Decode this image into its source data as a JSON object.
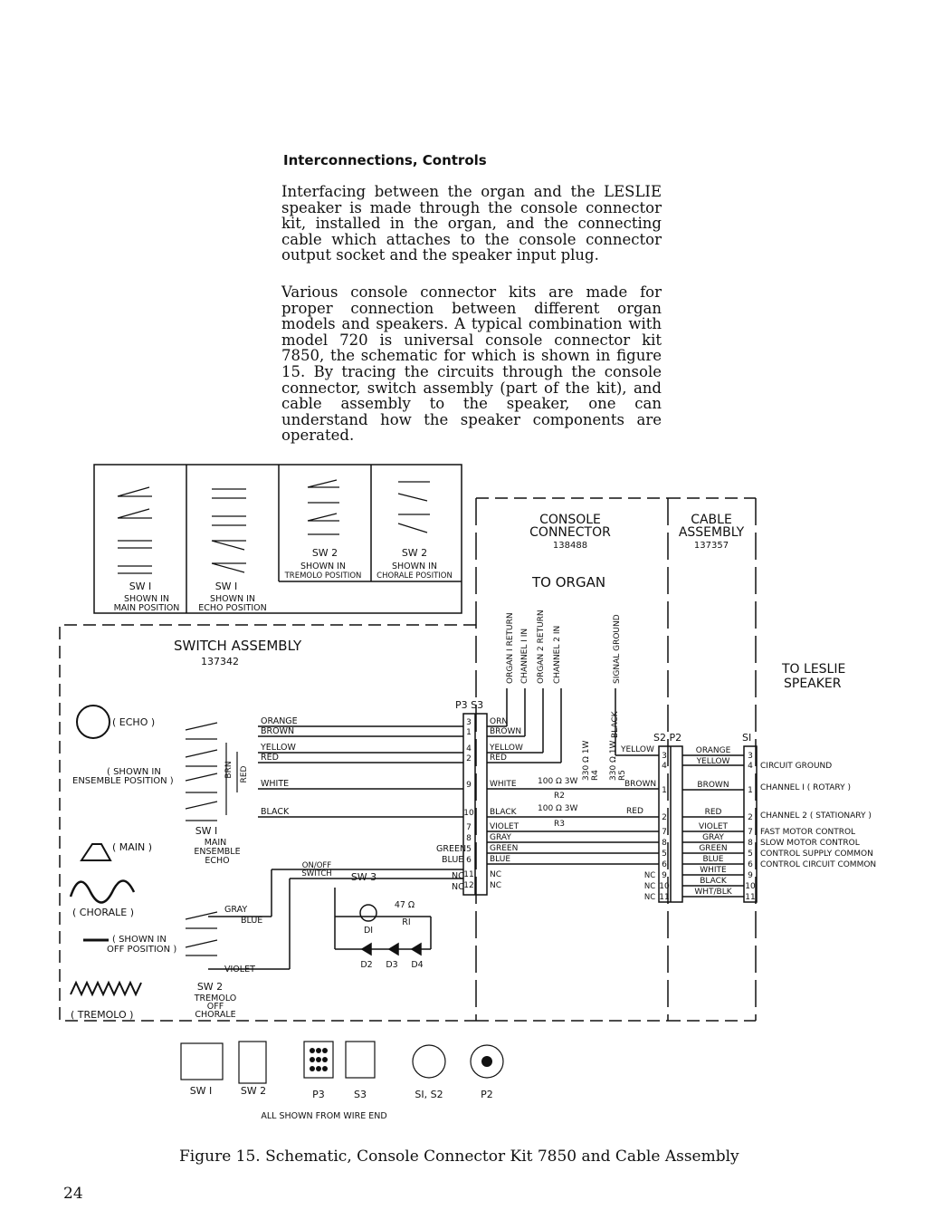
{
  "heading": "Interconnections, Controls",
  "paragraphs": [
    "Interfacing between the organ and the LESLIE speaker is made through the console connector kit, installed in the organ, and the connecting cable which attaches to the console connector output socket and the speaker input plug.",
    "Various console connector kits are made for proper connection between different organ models and speakers. A typical combination with model 720 is universal console connector kit 7850, the schematic for which is shown in figure 15. By tracing the circuits through the console connector, switch assembly (part of the kit), and cable assembly to the speaker, one can understand how the speaker components are operated."
  ],
  "schematic": {
    "sw_panels": [
      {
        "l1": "SW I",
        "l2": "SHOWN IN",
        "l3": "MAIN POSITION"
      },
      {
        "l1": "SW I",
        "l2": "SHOWN IN",
        "l3": "ECHO POSITION"
      },
      {
        "l1": "SW 2",
        "l2": "SHOWN IN",
        "l3": "TREMOLO POSITION"
      },
      {
        "l1": "SW 2",
        "l2": "SHOWN IN",
        "l3": "CHORALE POSITION"
      }
    ],
    "switch_assembly": {
      "title": "SWITCH ASSEMBLY",
      "number": "137342"
    },
    "console_connector": {
      "title1": "CONSOLE",
      "title2": "CONNECTOR",
      "number": "138488"
    },
    "cable_assembly": {
      "title1": "CABLE",
      "title2": "ASSEMBLY",
      "number": "137357"
    },
    "to_organ": "TO ORGAN",
    "to_leslie": [
      "TO LESLIE",
      "SPEAKER"
    ],
    "organ_lines": [
      "ORGAN I RETURN",
      "CHANNEL I IN",
      "ORGAN 2 RETURN",
      "CHANNEL 2 IN",
      "SIGNAL GROUND"
    ],
    "modes": {
      "echo": "( ECHO )",
      "echo_note1": "( SHOWN IN",
      "echo_note2": "ENSEMBLE POSITION )",
      "main": "( MAIN )",
      "chorale": "( CHORALE )",
      "off_note1": "( SHOWN IN",
      "off_note2": "OFF POSITION )",
      "tremolo": "( TREMOLO )"
    },
    "sw1_label": [
      "SW I",
      "MAIN",
      "ENSEMBLE",
      "ECHO"
    ],
    "sw2_label": [
      "SW 2",
      "TREMOLO",
      "OFF",
      "CHORALE"
    ],
    "onoff": [
      "ON/OFF",
      "SWITCH"
    ],
    "sw3": "SW 3",
    "brn": "BRN",
    "red_v": "RED",
    "diodes": {
      "d1": "DI",
      "d2": "D2",
      "d3": "D3",
      "d4": "D4",
      "r1": "RI",
      "r1_val": "47 Ω"
    },
    "wires_left": [
      "ORANGE",
      "BROWN",
      "YELLOW",
      "RED",
      "WHITE",
      "BLACK"
    ],
    "wires_sw2": [
      "GRAY",
      "BLUE",
      "VIOLET"
    ],
    "p3s3": "P3 S3",
    "p3_pins": [
      "3",
      "1",
      "4",
      "2",
      "9",
      "10",
      "7",
      "8",
      "5",
      "6",
      "11",
      "12"
    ],
    "s3_wires": [
      "ORN",
      "BROWN",
      "YELLOW",
      "RED",
      "WHITE",
      "BLACK",
      "VIOLET",
      "GRAY",
      "GREEN",
      "BLUE",
      "NC",
      "NC"
    ],
    "in_wires": [
      "GREEN",
      "BLUE",
      "NC",
      "NC"
    ],
    "resistors": {
      "r2": "100 Ω 3W",
      "r2n": "R2",
      "r3": "100 Ω 3W",
      "r3n": "R3",
      "r4": "330 Ω 1W",
      "r4n": "R4",
      "r5": "330 Ω 1W",
      "r5n": "R5"
    },
    "mid_wires": {
      "black": "BLACK",
      "yellow": "YELLOW",
      "brown": "BROWN",
      "red": "RED"
    },
    "s2p2": "S2 P2",
    "si": "SI",
    "p2_pins": [
      "3",
      "4",
      "1",
      "2",
      "7",
      "8",
      "5",
      "6",
      "9",
      "10",
      "11"
    ],
    "cable_wires": [
      "ORANGE",
      "YELLOW",
      "BROWN",
      "RED",
      "VIOLET",
      "GRAY",
      "GREEN",
      "BLUE",
      "WHITE",
      "BLACK",
      "WHT/BLK"
    ],
    "nc_labels": [
      "NC",
      "NC",
      "NC"
    ],
    "si_pins": [
      "3",
      "4",
      "1",
      "2",
      "7",
      "8",
      "5",
      "6",
      "9",
      "10",
      "11"
    ],
    "functions": [
      "CIRCUIT GROUND",
      "CHANNEL I ( ROTARY )",
      "CHANNEL 2 ( STATIONARY )",
      "FAST MOTOR CONTROL",
      "SLOW MOTOR CONTROL",
      "CONTROL SUPPLY COMMON",
      "CONTROL CIRCUIT COMMON"
    ],
    "connectors": [
      "SW I",
      "SW 2",
      "P3",
      "S3",
      "SI, S2",
      "P2"
    ],
    "wire_end": "ALL SHOWN FROM WIRE END"
  },
  "caption": "Figure 15.   Schematic, Console Connector Kit 7850 and Cable Assembly",
  "page_number": "24"
}
